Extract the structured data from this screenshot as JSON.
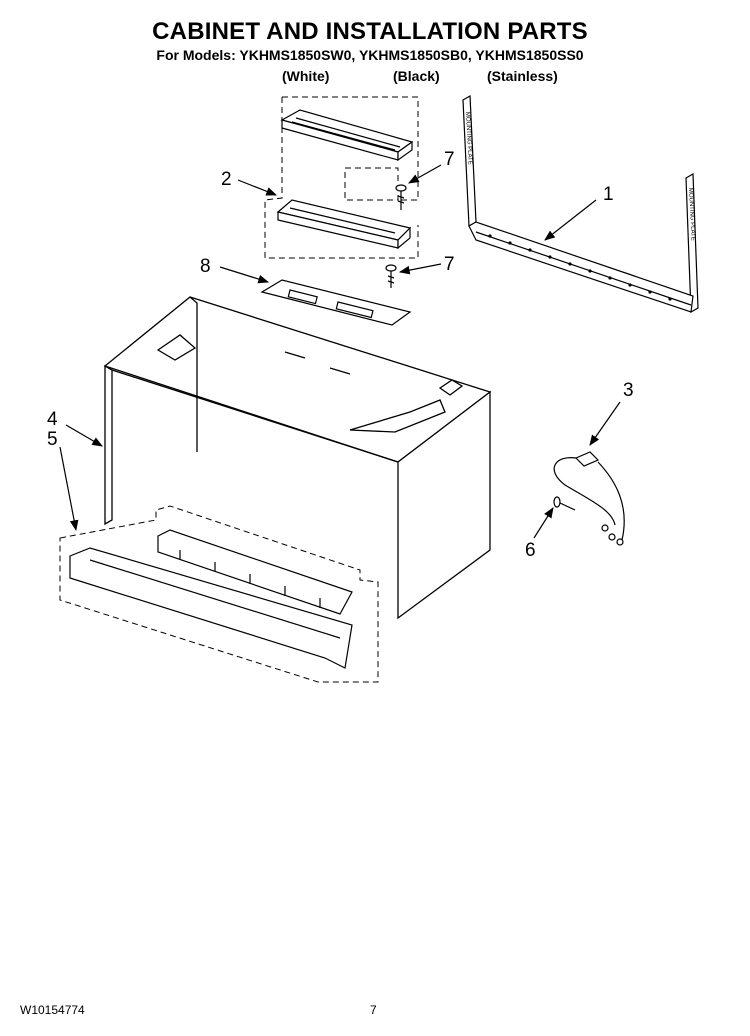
{
  "header": {
    "title": "CABINET AND INSTALLATION PARTS",
    "models_line": "For Models: YKHMS1850SW0, YKHMS1850SB0, YKHMS1850SS0",
    "variants": [
      "(White)",
      "(Black)",
      "(Stainless)"
    ]
  },
  "callouts": [
    "1",
    "2",
    "3",
    "4",
    "5",
    "6",
    "7",
    "7",
    "8"
  ],
  "mounting_plate_text": "MOUNTING PLATE",
  "footer": {
    "doc_number": "W10154774",
    "page_number": "7"
  }
}
